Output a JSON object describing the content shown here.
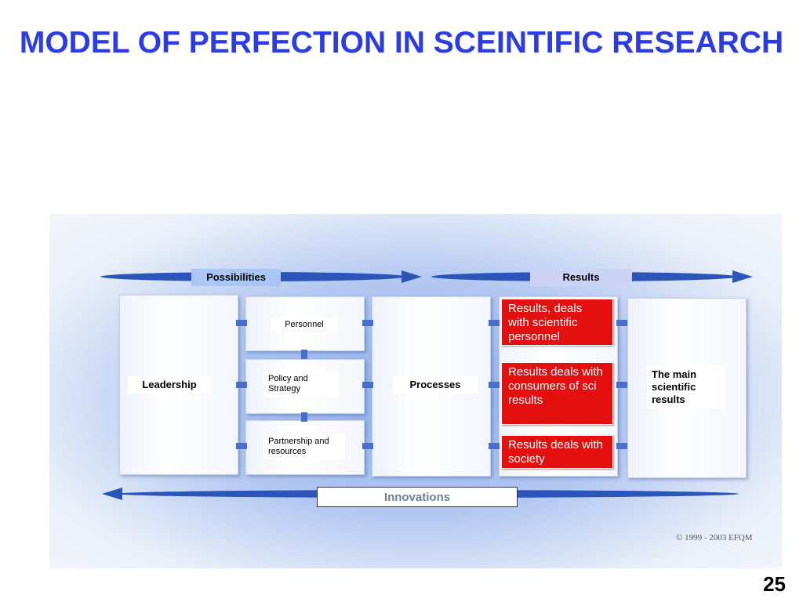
{
  "title": "MODEL OF PERFECTION IN SCEINTIFIC RESEARCH",
  "diagram": {
    "possibilities_label": "Possibilities",
    "results_label": "Results",
    "leadership": "Leadership",
    "personnel": "Personnel",
    "policy": "Policy and Strategy",
    "partnership": "Partnership and resources",
    "processes": "Processes",
    "result_personnel": "Results, deals with  scientific personnel",
    "result_consumers": "Results deals with consumers of sci results",
    "result_society": "Results deals with society",
    "main_results": "The main scientific results",
    "innovations": "Innovations",
    "copyright": "© 1999 - 2003 EFQM"
  },
  "page_number": "25",
  "colors": {
    "title": "#2b3ce6",
    "arrow": "#2b55b8",
    "header_bg": "#a9c6f5",
    "results_header_bg": "#ccd3f5",
    "result_box": "#e41010"
  }
}
